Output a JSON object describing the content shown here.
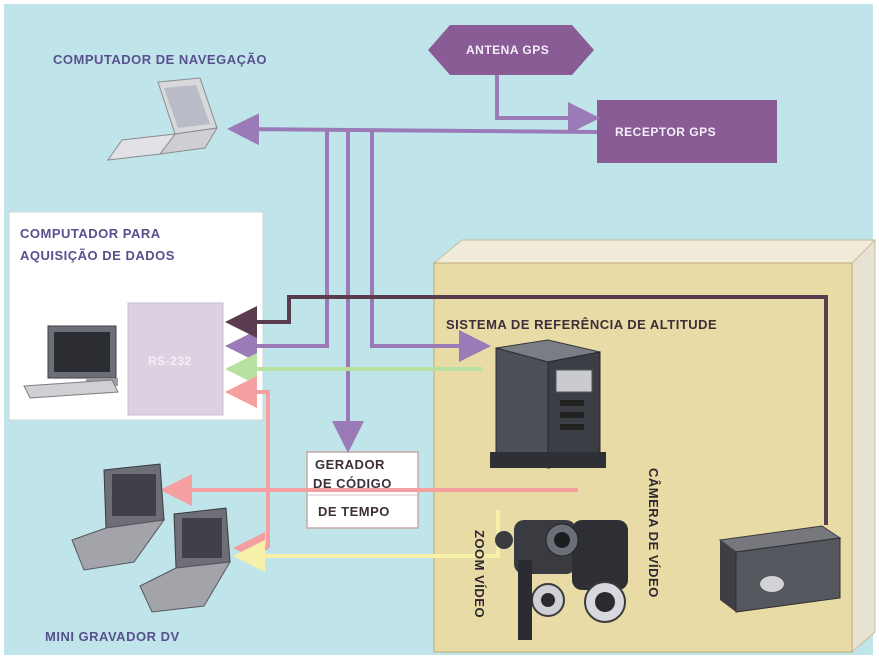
{
  "labels": {
    "nav_computer": "COMPUTADOR DE NAVEGAÇÃO",
    "gps_antenna": "ANTENA GPS",
    "gps_receiver": "RECEPTOR GPS",
    "acq_computer_line1": "COMPUTADOR PARA",
    "acq_computer_line2": "AQUISIÇÃO DE DADOS",
    "rs232": "RS-232",
    "altitude_system": "SISTEMA DE REFERÊNCIA DE ALTITUDE",
    "timecode_line1": "GERADOR",
    "timecode_line2": "DE CÓDIGO",
    "timecode_line3": "DE TEMPO",
    "video_camera": "CÂMERA DE VÍDEO",
    "zoom_video": "ZOOM VÍDEO",
    "mini_recorder": "MINI GRAVADOR DV"
  },
  "colors": {
    "background": "#bfe5ea",
    "purple_box": "#8a5c96",
    "purple_line": "#9a7bb8",
    "dark_line": "#5a3c4e",
    "green_line": "#b8e0a0",
    "red_line": "#f4a0a0",
    "yellow_line": "#f6f0a8",
    "equipment_panel": "#e9dba5"
  },
  "icons": [
    "laptop-icon",
    "desktop-computer-icon",
    "altitude-sensor-icon",
    "video-camera-icon",
    "small-device-icon",
    "recorder-laptop-icon"
  ]
}
